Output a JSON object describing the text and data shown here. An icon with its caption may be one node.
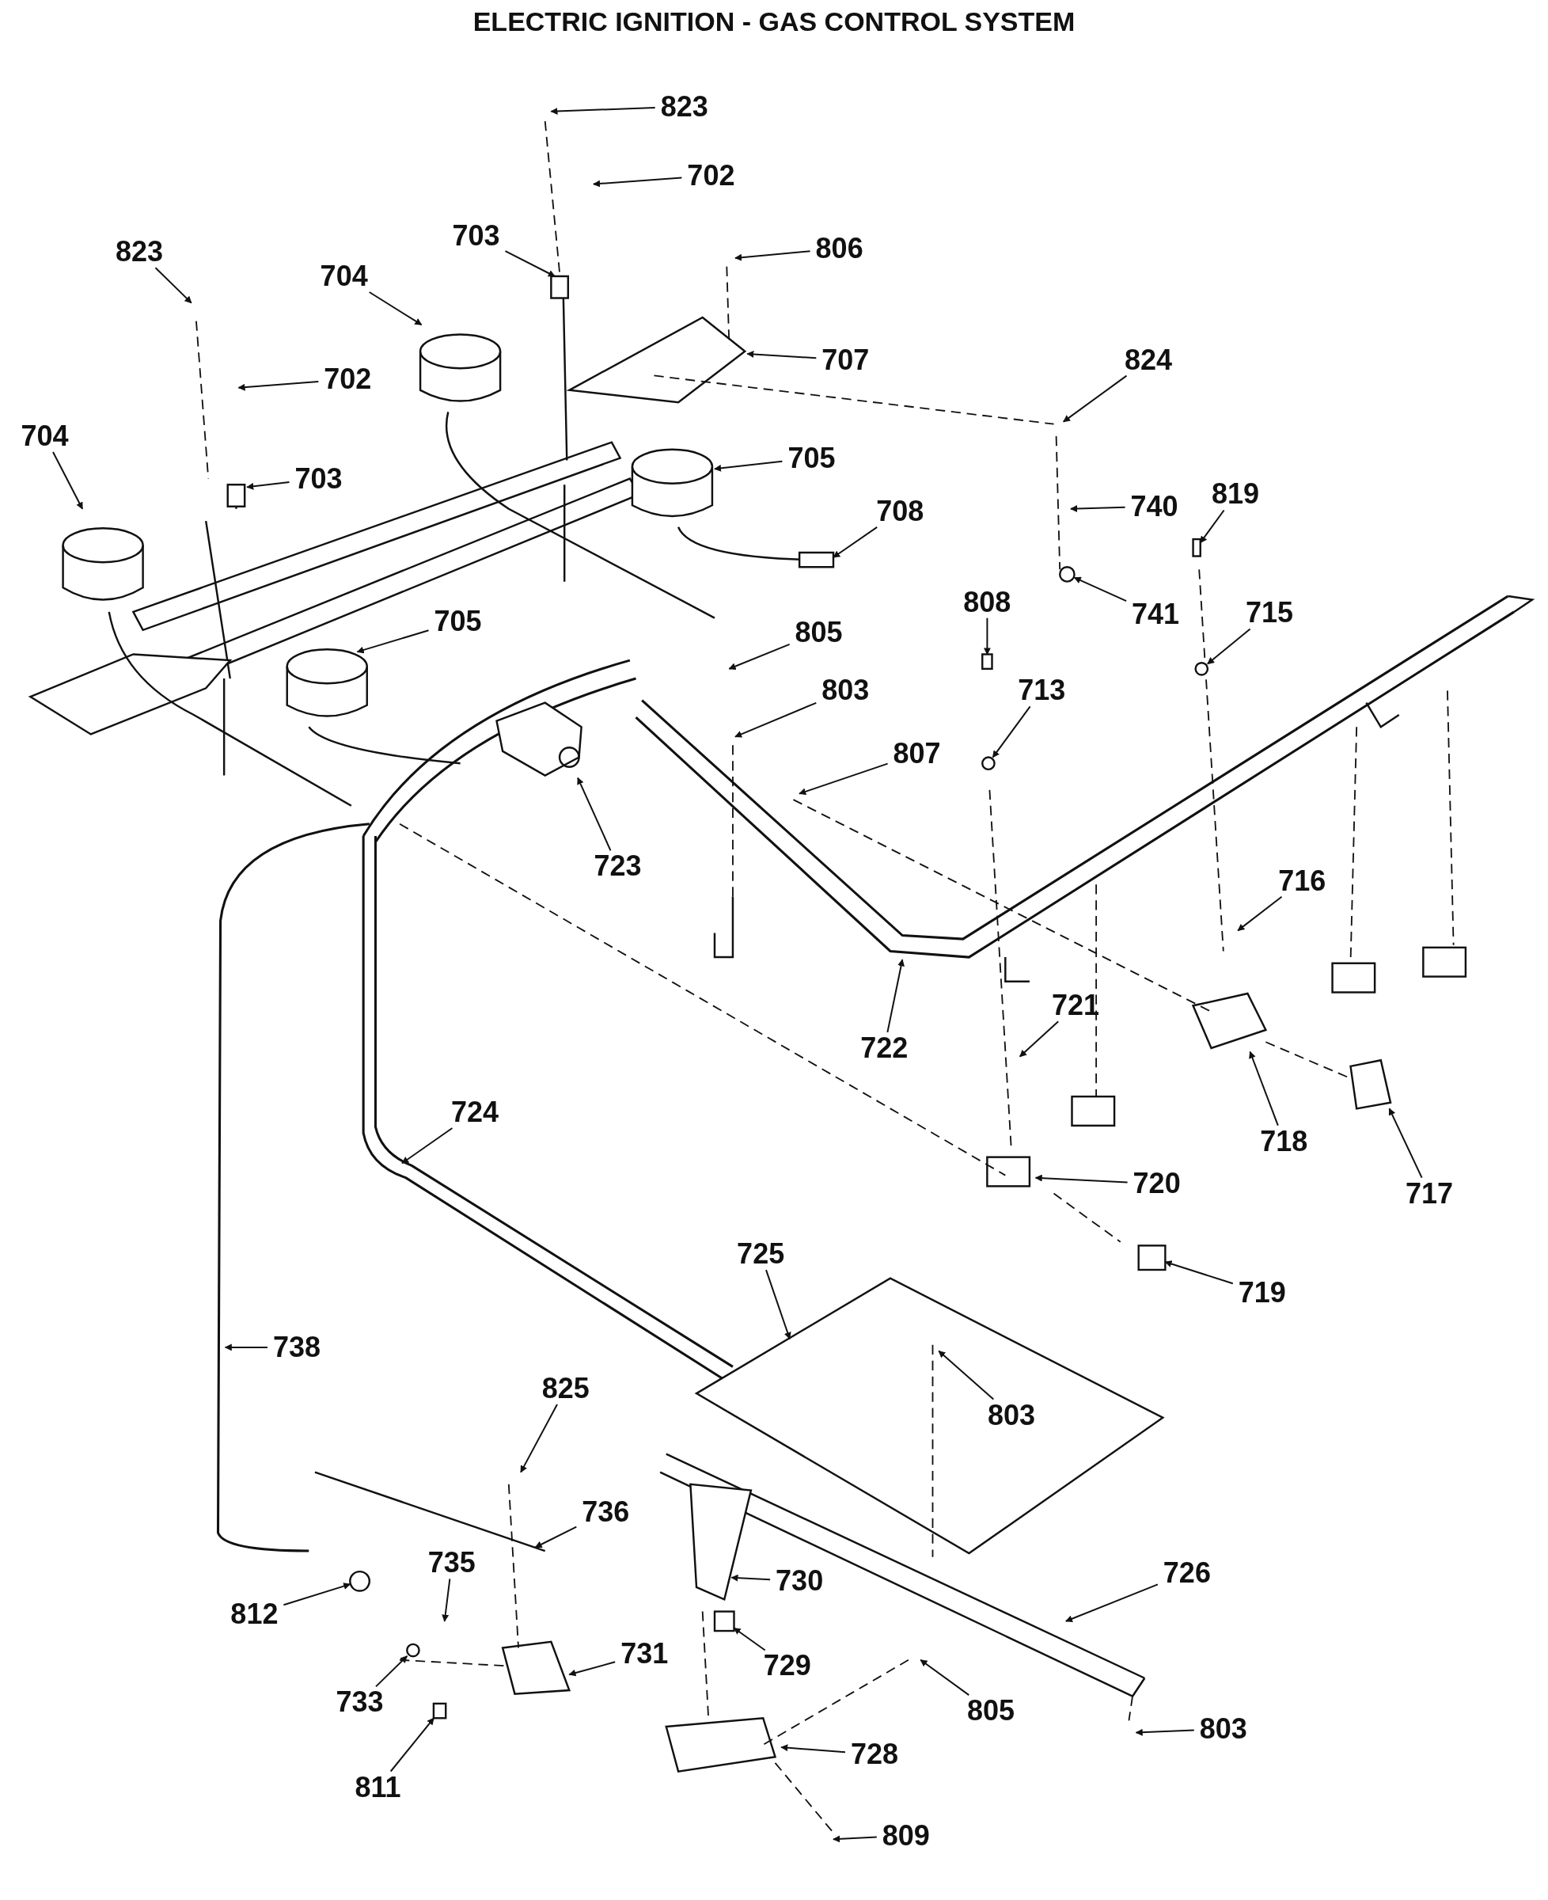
{
  "diagram": {
    "title": "ELECTRIC IGNITION - GAS CONTROL SYSTEM",
    "nodes": [
      {
        "text": [
          "823"
        ]
      },
      {
        "text": [
          "702"
        ]
      },
      {
        "text": [
          "703"
        ]
      },
      {
        "text": [
          "806"
        ]
      },
      {
        "text": [
          "823"
        ]
      },
      {
        "text": [
          "704"
        ]
      },
      {
        "text": [
          "707"
        ]
      },
      {
        "text": [
          "702"
        ]
      },
      {
        "text": [
          "824"
        ]
      },
      {
        "text": [
          "704"
        ]
      },
      {
        "text": [
          "703"
        ]
      },
      {
        "text": [
          "705"
        ]
      },
      {
        "text": [
          "740"
        ]
      },
      {
        "text": [
          "819"
        ]
      },
      {
        "text": [
          "708"
        ]
      },
      {
        "text": [
          "741"
        ]
      },
      {
        "text": [
          "808"
        ]
      },
      {
        "text": [
          "715"
        ]
      },
      {
        "text": [
          "705"
        ]
      },
      {
        "text": [
          "805"
        ]
      },
      {
        "text": [
          "803"
        ]
      },
      {
        "text": [
          "713"
        ]
      },
      {
        "text": [
          "807"
        ]
      },
      {
        "text": [
          "723"
        ]
      },
      {
        "text": [
          "716"
        ]
      },
      {
        "text": [
          "722"
        ]
      },
      {
        "text": [
          "721"
        ]
      },
      {
        "text": [
          "724"
        ]
      },
      {
        "text": [
          "718"
        ]
      },
      {
        "text": [
          "720"
        ]
      },
      {
        "text": [
          "717"
        ]
      },
      {
        "text": [
          "725"
        ]
      },
      {
        "text": [
          "719"
        ]
      },
      {
        "text": [
          "738"
        ]
      },
      {
        "text": [
          "803"
        ]
      },
      {
        "text": [
          "825"
        ]
      },
      {
        "text": [
          "736"
        ]
      },
      {
        "text": [
          "735"
        ]
      },
      {
        "text": [
          "730"
        ]
      },
      {
        "text": [
          "726"
        ]
      },
      {
        "text": [
          "812"
        ]
      },
      {
        "text": [
          "731"
        ]
      },
      {
        "text": [
          "729"
        ]
      },
      {
        "text": [
          "733"
        ]
      },
      {
        "text": [
          "805"
        ]
      },
      {
        "text": [
          "811"
        ]
      },
      {
        "text": [
          "803"
        ]
      },
      {
        "text": [
          "728"
        ]
      },
      {
        "text": [
          "809"
        ]
      },
      {
        "text": [],
        "shape": "box"
      },
      {
        "text": [],
        "shape": "circle"
      },
      {
        "text": [],
        "shape": "circle"
      },
      {
        "text": [],
        "shape": "circle"
      },
      {
        "text": [],
        "shape": "box"
      },
      {
        "text": [],
        "shape": "circle"
      },
      {
        "text": [],
        "shape": "box"
      },
      {
        "text": [],
        "shape": "circle"
      },
      {
        "text": [],
        "shape": "box"
      },
      {
        "text": [],
        "shape": "box"
      }
    ],
    "edges": [
      {
        "from": 0,
        "to": null,
        "arrow": "to"
      },
      {
        "from": 1,
        "to": null,
        "arrow": "to"
      },
      {
        "from": 2,
        "to": null,
        "arrow": "to"
      },
      {
        "from": 3,
        "to": null,
        "arrow": "to"
      },
      {
        "from": 4,
        "to": null,
        "arrow": "to"
      },
      {
        "from": 5,
        "to": null,
        "arrow": "to"
      },
      {
        "from": 6,
        "to": null,
        "arrow": "to"
      },
      {
        "from": 7,
        "to": null,
        "arrow": "to"
      },
      {
        "from": 8,
        "to": null,
        "arrow": "to"
      },
      {
        "from": 9,
        "to": null,
        "arrow": "to"
      },
      {
        "from": 10,
        "to": null,
        "arrow": "to"
      },
      {
        "from": 11,
        "to": null,
        "arrow": "to"
      },
      {
        "from": 12,
        "to": null,
        "arrow": "to"
      },
      {
        "from": 13,
        "to": 49,
        "arrow": "to"
      },
      {
        "from": 14,
        "to": null,
        "arrow": "to"
      },
      {
        "from": 15,
        "to": 50,
        "arrow": "to"
      },
      {
        "from": 16,
        "to": 58,
        "arrow": "to"
      },
      {
        "from": 17,
        "to": 51,
        "arrow": "to"
      },
      {
        "from": 18,
        "to": null,
        "arrow": "to"
      },
      {
        "from": 19,
        "to": null,
        "arrow": "to"
      },
      {
        "from": 20,
        "to": null,
        "arrow": "to"
      },
      {
        "from": 21,
        "to": 52,
        "arrow": "to"
      },
      {
        "from": 22,
        "to": null,
        "arrow": "to"
      },
      {
        "from": 23,
        "to": null,
        "arrow": "to"
      },
      {
        "from": 24,
        "to": null,
        "arrow": "to"
      },
      {
        "from": 25,
        "to": null,
        "arrow": "to"
      },
      {
        "from": 26,
        "to": null,
        "arrow": "to"
      },
      {
        "from": 27,
        "to": null,
        "arrow": "to"
      },
      {
        "from": 28,
        "to": null,
        "arrow": "to"
      },
      {
        "from": 29,
        "to": null,
        "arrow": "to"
      },
      {
        "from": 30,
        "to": null,
        "arrow": "to"
      },
      {
        "from": 31,
        "to": null,
        "arrow": "to"
      },
      {
        "from": 32,
        "to": 53,
        "arrow": "to"
      },
      {
        "from": 33,
        "to": null,
        "arrow": "to"
      },
      {
        "from": 34,
        "to": null,
        "arrow": "to"
      },
      {
        "from": 35,
        "to": null,
        "arrow": "to"
      },
      {
        "from": 36,
        "to": null,
        "arrow": "to"
      },
      {
        "from": 37,
        "to": null,
        "arrow": "to"
      },
      {
        "from": 38,
        "to": null,
        "arrow": "to"
      },
      {
        "from": 39,
        "to": null,
        "arrow": "to"
      },
      {
        "from": 40,
        "to": 54,
        "arrow": "to"
      },
      {
        "from": 41,
        "to": null,
        "arrow": "to"
      },
      {
        "from": 42,
        "to": 55,
        "arrow": "to"
      },
      {
        "from": 43,
        "to": 56,
        "arrow": "to"
      },
      {
        "from": 44,
        "to": null,
        "arrow": "to"
      },
      {
        "from": 45,
        "to": 57,
        "arrow": "to"
      },
      {
        "from": 46,
        "to": null,
        "arrow": "to"
      },
      {
        "from": 47,
        "to": null,
        "arrow": "to"
      },
      {
        "from": 48,
        "to": null,
        "arrow": "to"
      }
    ]
  }
}
